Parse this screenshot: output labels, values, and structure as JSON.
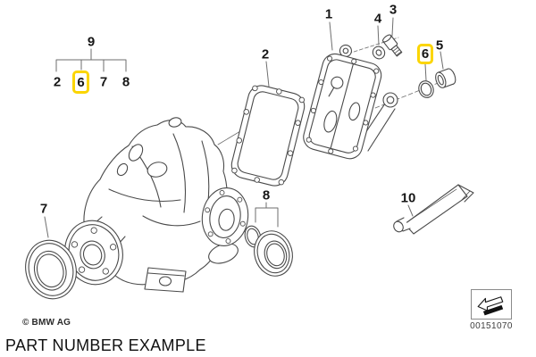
{
  "colors": {
    "highlight": "#FBD500",
    "drawing_line": "#4a4a4a",
    "leader_line": "#6e6e6e",
    "text": "#161616",
    "background": "#FFFFFF"
  },
  "callouts": {
    "cover": "1",
    "gasket": "2",
    "bolt": "3",
    "washer": "4",
    "plug": "5",
    "oring": "6",
    "shaft_seal": "7",
    "flange_seal": "8",
    "sealant_tube": "10"
  },
  "gasket_set_tree": {
    "parent": "9",
    "children": [
      "2",
      "6",
      "7",
      "8"
    ],
    "highlighted_child": "6"
  },
  "stamp": {
    "part_number": "00151070",
    "icon": "direction-arrow-icon"
  },
  "footer": {
    "copyright": "© BMW AG",
    "caption": "PART NUMBER EXAMPLE"
  }
}
